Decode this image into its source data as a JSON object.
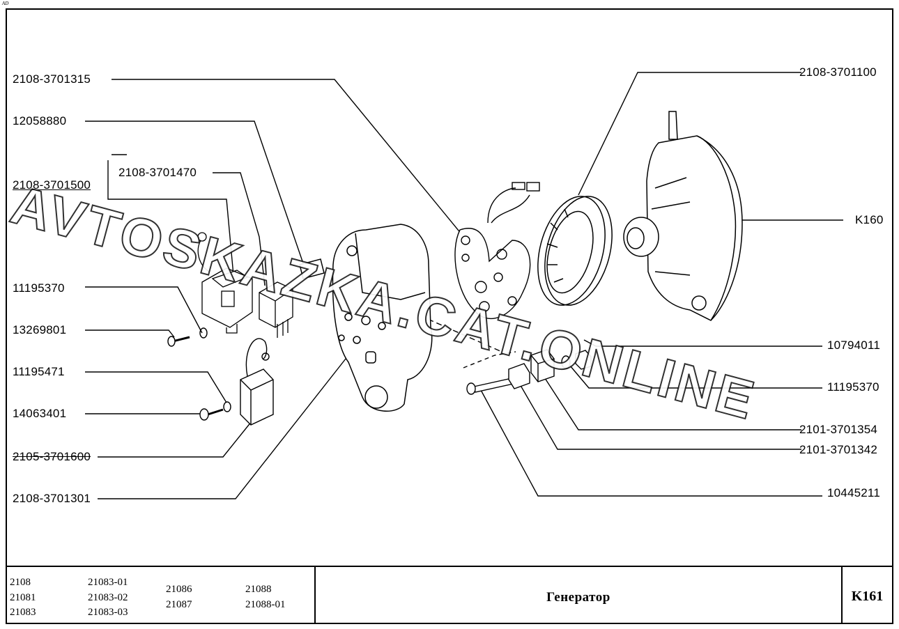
{
  "corner_mark": "AD",
  "watermark": "AVTOSKAZKA.CAT.ONLINE",
  "labels": {
    "l1": "2108-3701315",
    "l2": "12058880",
    "l3": "2108-3701470",
    "l4": "2108-3701500",
    "l5": "11195370",
    "l6": "13269801",
    "l7": "11195471",
    "l8": "14063401",
    "l9": "2105-3701600",
    "l10": "2108-3701301",
    "r1": "2108-3701100",
    "r2": "K160",
    "r3": "10794011",
    "r4": "11195370",
    "r5": "2101-3701354",
    "r6": "2101-3701342",
    "r7": "10445211"
  },
  "models": {
    "col1": [
      "2108",
      "21081",
      "21083"
    ],
    "col2": [
      "21083-01",
      "21083-02",
      "21083-03"
    ],
    "col3": [
      "21086",
      "21087"
    ],
    "col4": [
      "21088",
      "21088-01"
    ]
  },
  "title": "Генератор",
  "page_code": "K161"
}
